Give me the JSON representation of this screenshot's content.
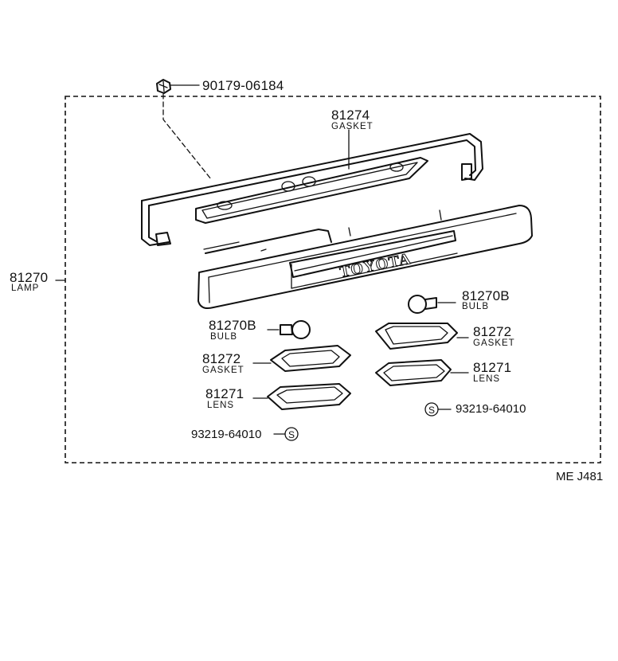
{
  "parts": {
    "clip": {
      "number": "90179-06184"
    },
    "gasket_top": {
      "number": "81274",
      "name": "GASKET"
    },
    "lamp": {
      "number": "81270",
      "name": "LAMP"
    },
    "bulb_right": {
      "number": "81270B",
      "name": "BULB"
    },
    "bulb_left": {
      "number": "81270B",
      "name": "BULB"
    },
    "gasket_right": {
      "number": "81272",
      "name": "GASKET"
    },
    "gasket_left": {
      "number": "81272",
      "name": "GASKET"
    },
    "lens_right": {
      "number": "81271",
      "name": "LENS"
    },
    "lens_left": {
      "number": "81271",
      "name": "LENS"
    },
    "screw_right": {
      "number": "93219-64010",
      "symbol": "S"
    },
    "screw_left": {
      "number": "93219-64010",
      "symbol": "S"
    }
  },
  "lamp_emblem": "TOYOTA",
  "diagram_code": "ME J481"
}
